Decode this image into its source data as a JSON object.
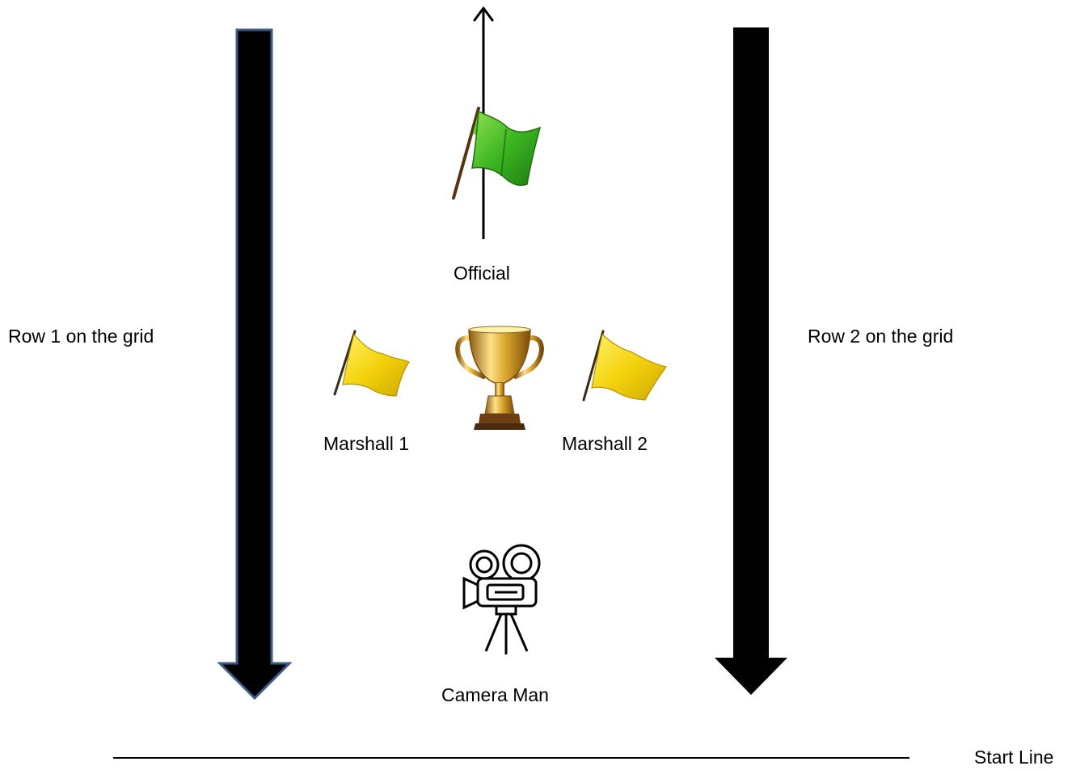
{
  "labels": {
    "row1": "Row 1 on the grid",
    "row2": "Row 2 on the grid",
    "official": "Official",
    "marshall1": "Marshall 1",
    "marshall2": "Marshall 2",
    "camera": "Camera Man",
    "start_line": "Start Line"
  },
  "icons": {
    "official_flag": "green-flag-icon",
    "marshall_flag": "yellow-flag-icon",
    "trophy": "trophy-icon",
    "camera": "movie-camera-icon"
  },
  "colors": {
    "green_flag": "#3cb521",
    "yellow_flag": "#f4d20c",
    "trophy_gold": "#d9a52b",
    "arrow_fill": "#000000",
    "row1_arrow_outline": "#3b5a86"
  }
}
